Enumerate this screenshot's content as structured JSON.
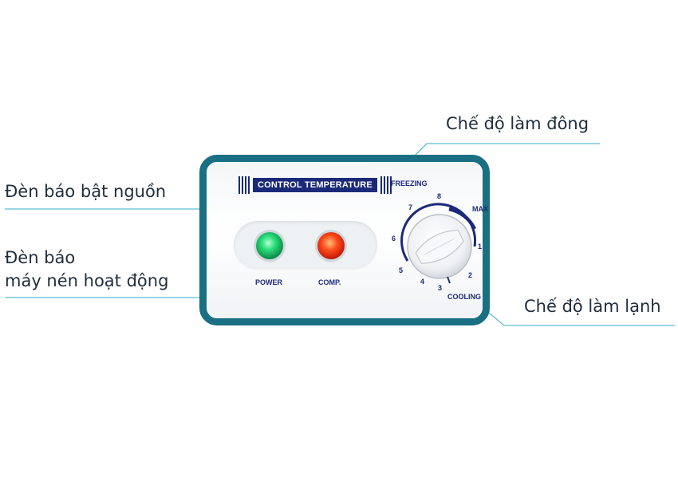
{
  "callouts": {
    "freezing_mode": "Chế độ làm đông",
    "power_light": "Đèn báo bật nguồn",
    "compressor_light_line1": "Đèn báo",
    "compressor_light_line2": "máy nén hoạt động",
    "cooling_mode": "Chế độ làm lạnh"
  },
  "panel": {
    "title": "CONTROL TEMPERATURE",
    "power_label": "POWER",
    "comp_label": "COMP.",
    "freezing_label": "FREEZING",
    "cooling_label": "COOLING",
    "max_label": "MAX",
    "scale": [
      "1",
      "2",
      "3",
      "4",
      "5",
      "6",
      "7",
      "8"
    ]
  },
  "colors": {
    "panel_border": "#1a6f82",
    "callout_line": "#5bbcd6",
    "label_blue": "#1b2a78",
    "power_lamp": "#18c06a",
    "comp_lamp": "#e2321a"
  },
  "icons": {
    "power_lamp": "green-indicator-light",
    "comp_lamp": "red-indicator-light",
    "knob": "temperature-dial-knob"
  }
}
